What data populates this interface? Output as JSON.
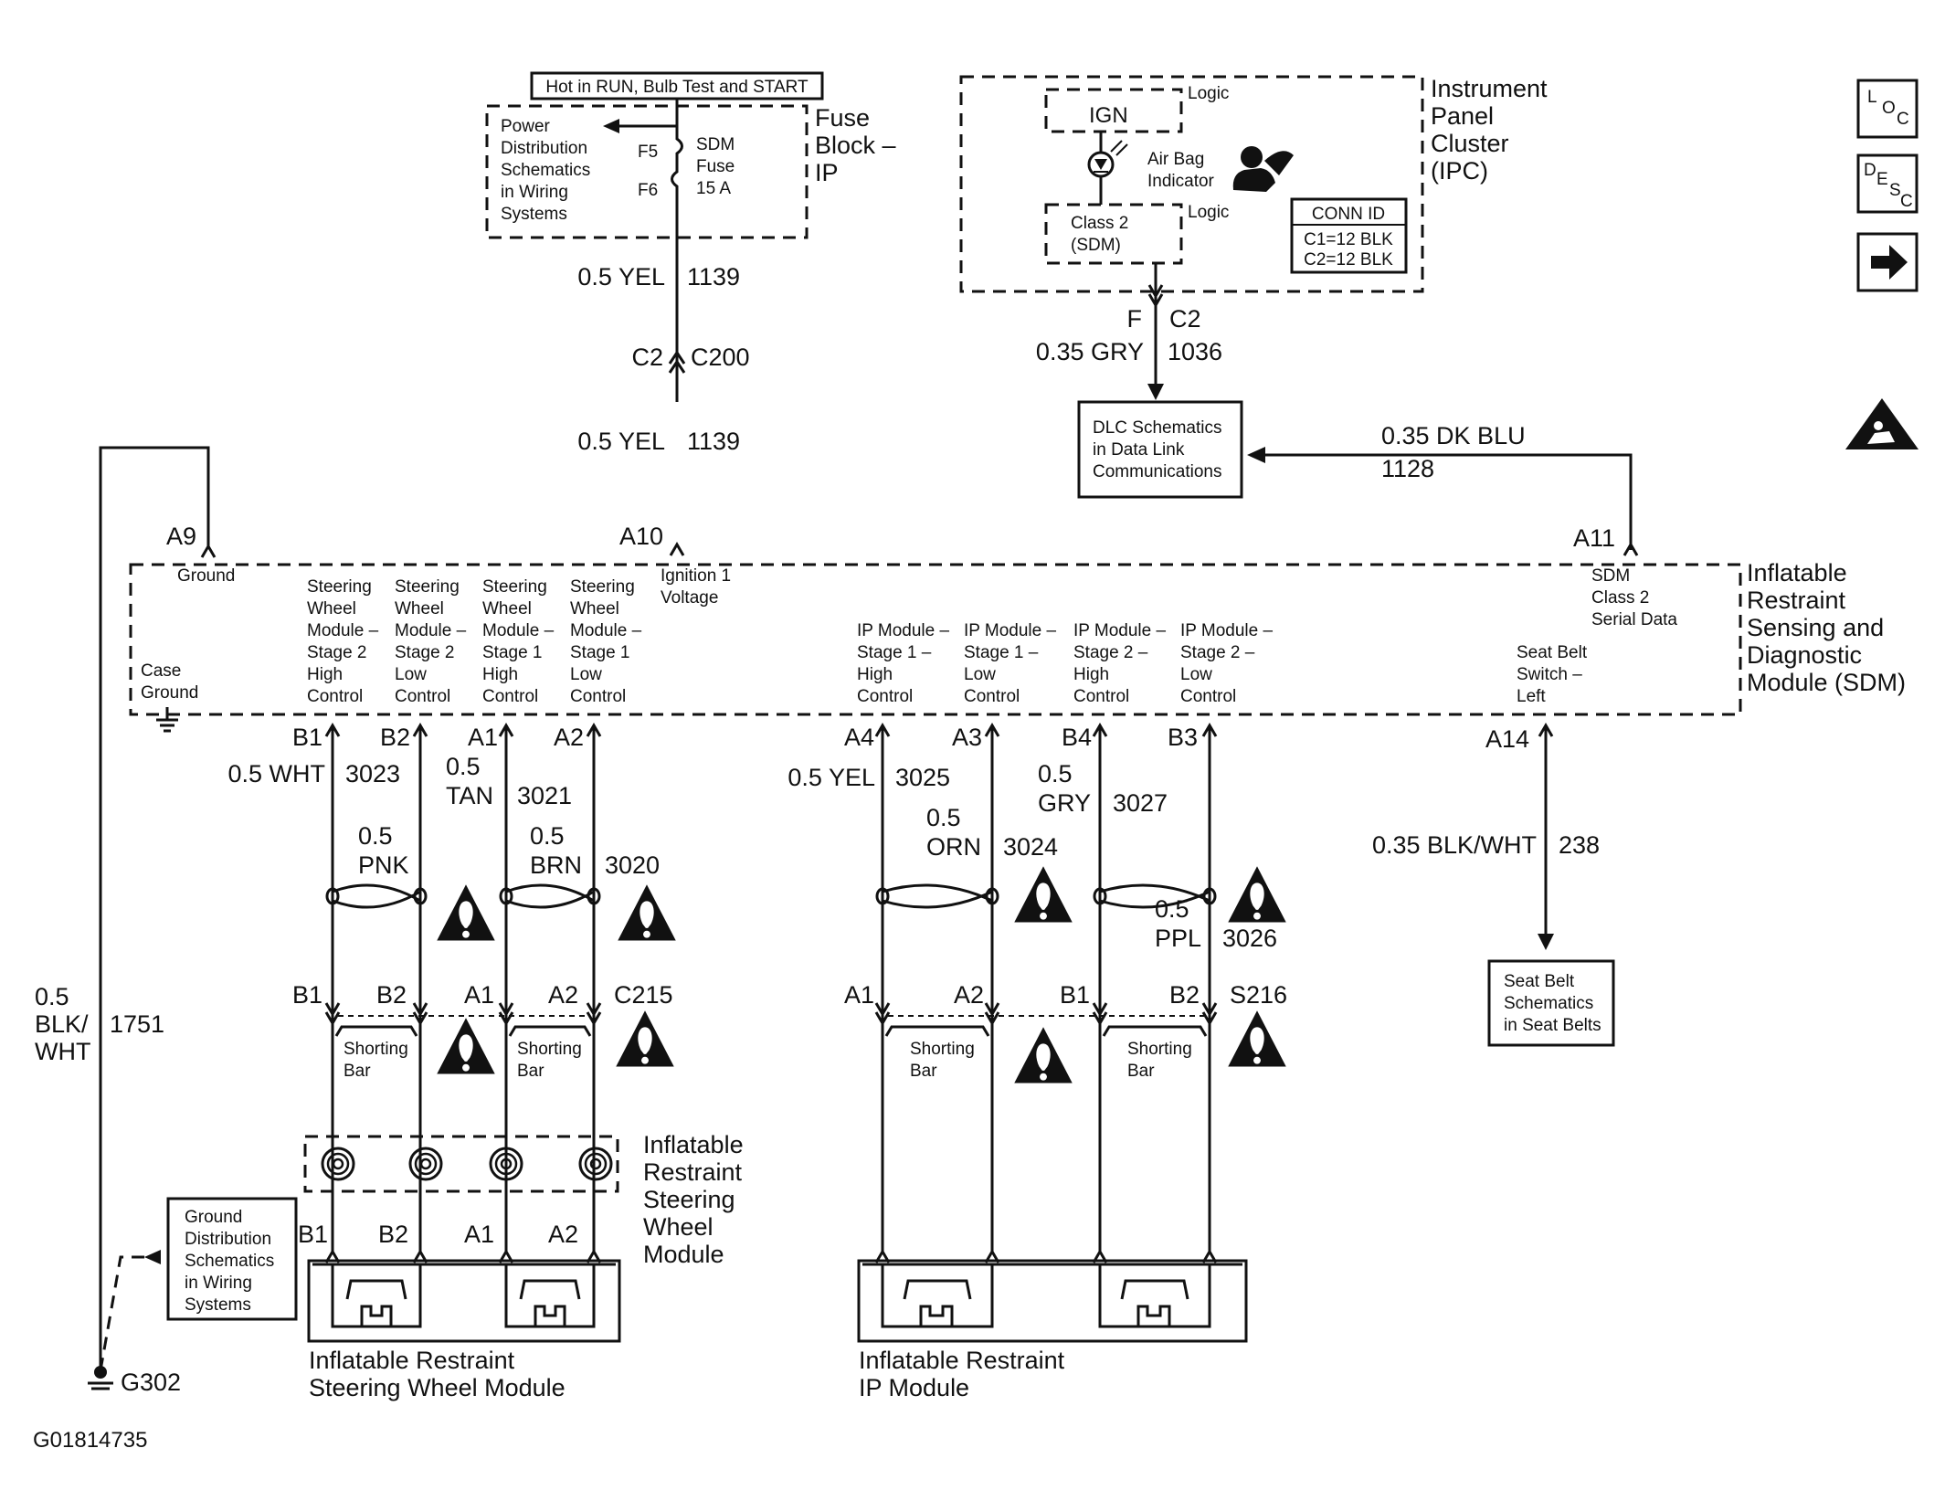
{
  "diagram_id": "G01814735",
  "fuse_block": {
    "hot_label": "Hot in RUN, Bulb Test and START",
    "power_note": [
      "Power",
      "Distribution",
      "Schematics",
      "in Wiring",
      "Systems"
    ],
    "f5": "F5",
    "f6": "F6",
    "sdm_fuse": [
      "SDM",
      "Fuse",
      "15 A"
    ],
    "title": [
      "Fuse",
      "Block –",
      "IP"
    ]
  },
  "ipc": {
    "title": [
      "Instrument",
      "Panel",
      "Cluster",
      "(IPC)"
    ],
    "ign": "IGN",
    "logic": "Logic",
    "airbag": [
      "Air Bag",
      "Indicator"
    ],
    "class2": [
      "Class 2",
      "(SDM)"
    ],
    "conn_id": [
      "CONN ID",
      "C1=12 BLK",
      "C2=12 BLK"
    ]
  },
  "wires": {
    "w1139_a": [
      "0.5 YEL",
      "1139"
    ],
    "c200": [
      "C2",
      "C200"
    ],
    "w1139_b": [
      "0.5 YEL",
      "1139"
    ],
    "fc2": [
      "F",
      "C2"
    ],
    "w1036": [
      "0.35 GRY",
      "1036"
    ],
    "w1128": [
      "0.35 DK BLU",
      "1128"
    ],
    "w1751": [
      "0.5",
      "BLK/",
      "WHT",
      "1751"
    ],
    "w238": [
      "0.35 BLK/WHT",
      "238"
    ],
    "w3023": [
      "0.5 WHT",
      "3023"
    ],
    "w3021": [
      "0.5",
      "TAN",
      "3021"
    ],
    "w_pnk": [
      "0.5",
      "PNK"
    ],
    "w3020": [
      "0.5",
      "BRN",
      "3020"
    ],
    "w3025": [
      "0.5 YEL",
      "3025"
    ],
    "w3027": [
      "0.5",
      "GRY",
      "3027"
    ],
    "w3024": [
      "0.5",
      "ORN",
      "3024"
    ],
    "w3026": [
      "0.5",
      "PPL",
      "3026"
    ]
  },
  "dlc_note": [
    "DLC Schematics",
    "in Data Link",
    "Communications"
  ],
  "sdm": {
    "title": [
      "Inflatable",
      "Restraint",
      "Sensing and",
      "Diagnostic",
      "Module (SDM)"
    ],
    "pins_top": {
      "a9": "A9",
      "a10": "A10",
      "a11": "A11"
    },
    "ground": "Ground",
    "case_ground": [
      "Case",
      "Ground"
    ],
    "ignition": [
      "Ignition 1",
      "Voltage"
    ],
    "serial": [
      "SDM",
      "Class 2",
      "Serial Data"
    ],
    "seatbelt_sw": [
      "Seat Belt",
      "Switch –",
      "Left"
    ],
    "sw_cols": [
      [
        "Steering",
        "Wheel",
        "Module –",
        "Stage 2",
        "High",
        "Control"
      ],
      [
        "Steering",
        "Wheel",
        "Module –",
        "Stage 2",
        "Low",
        "Control"
      ],
      [
        "Steering",
        "Wheel",
        "Module –",
        "Stage 1",
        "High",
        "Control"
      ],
      [
        "Steering",
        "Wheel",
        "Module –",
        "Stage 1",
        "Low",
        "Control"
      ]
    ],
    "ip_cols": [
      [
        "IP Module –",
        "Stage 1 –",
        "High",
        "Control"
      ],
      [
        "IP Module –",
        "Stage 1 –",
        "Low",
        "Control"
      ],
      [
        "IP Module –",
        "Stage 2 –",
        "High",
        "Control"
      ],
      [
        "IP Module –",
        "Stage 2 –",
        "Low",
        "Control"
      ]
    ],
    "pins_bottom": [
      "B1",
      "B2",
      "A1",
      "A2",
      "A4",
      "A3",
      "B4",
      "B3",
      "A14"
    ]
  },
  "connectors": {
    "c215_pins": [
      "B1",
      "B2",
      "A1",
      "A2"
    ],
    "c215": "C215",
    "s216_pins": [
      "A1",
      "A2",
      "B1",
      "B2"
    ],
    "s216": "S216",
    "shorting_bar": [
      "Shorting",
      "Bar"
    ],
    "sw_module_pins": [
      "B1",
      "B2",
      "A1",
      "A2"
    ]
  },
  "modules": {
    "sw_coil_title": [
      "Inflatable",
      "Restraint",
      "Steering",
      "Wheel",
      "Module"
    ],
    "sw_title": [
      "Inflatable Restraint",
      "Steering Wheel Module"
    ],
    "ip_title": [
      "Inflatable Restraint",
      "IP Module"
    ]
  },
  "seatbelt_note": [
    "Seat Belt",
    "Schematics",
    "in Seat Belts"
  ],
  "ground_note": [
    "Ground",
    "Distribution",
    "Schematics",
    "in Wiring",
    "Systems"
  ],
  "g302": "G302",
  "side_icons": [
    "loc-icon",
    "desc-icon",
    "arrow-icon",
    "airbag-warning-icon"
  ]
}
